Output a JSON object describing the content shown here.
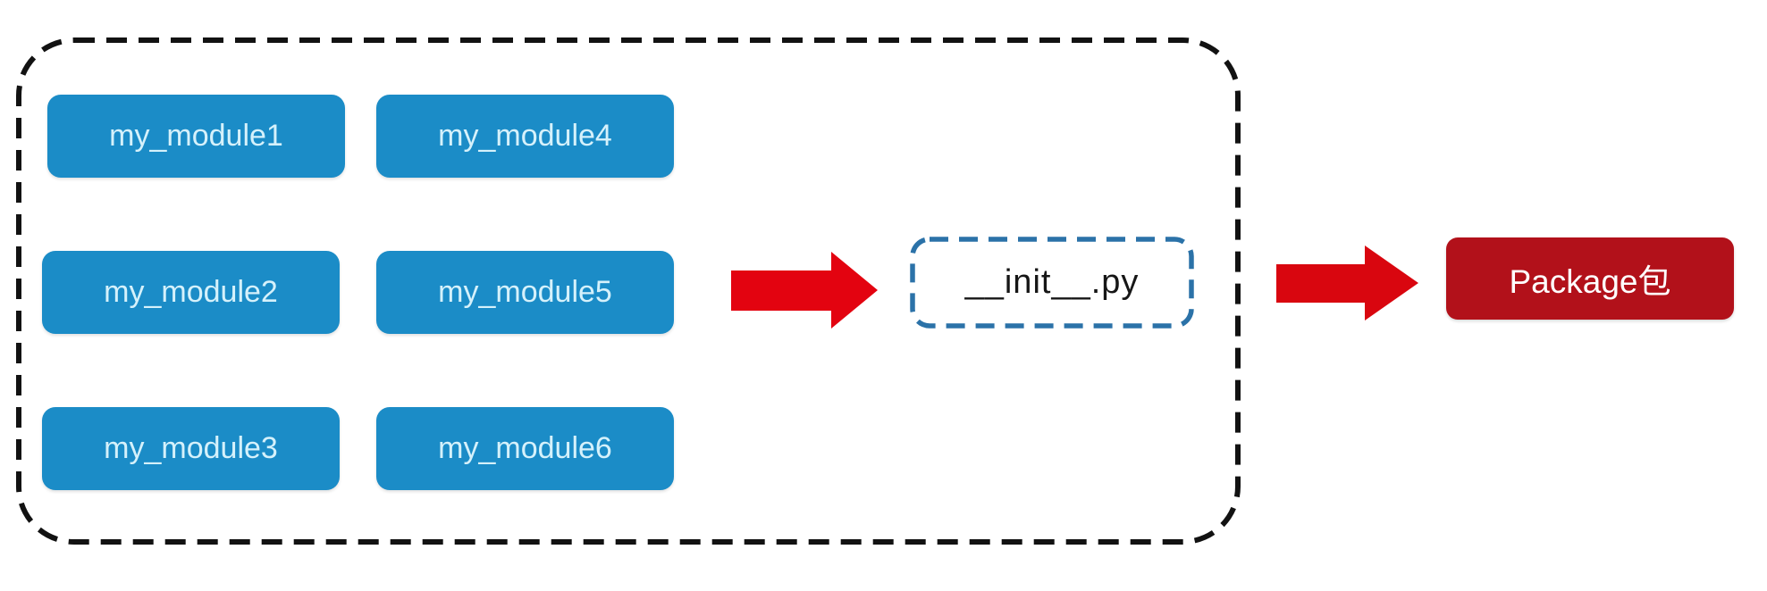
{
  "diagram": {
    "title_implicit": "Python modules combined into a package",
    "modules": [
      {
        "label": "my_module1"
      },
      {
        "label": "my_module2"
      },
      {
        "label": "my_module3"
      },
      {
        "label": "my_module4"
      },
      {
        "label": "my_module5"
      },
      {
        "label": "my_module6"
      }
    ],
    "init_file": {
      "label": "__init__.py"
    },
    "package": {
      "label": "Package包"
    },
    "colors": {
      "module_fill": "#1b8cc7",
      "module_text": "#d5f1fb",
      "container_border": "#121212",
      "init_border": "#2b72a8",
      "init_text": "#161616",
      "arrow_red_1": "#e30310",
      "arrow_red_2": "#d9060f",
      "package_fill": "#b2111a",
      "package_text": "#ffffff",
      "background": "#ffffff"
    }
  }
}
